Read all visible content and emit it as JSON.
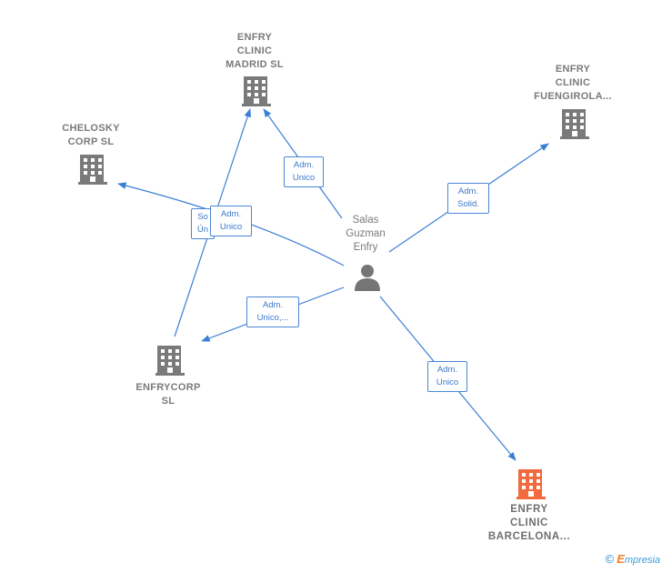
{
  "nodes": {
    "madrid": {
      "label": "ENFRY\nCLINIC\nMADRID  SL"
    },
    "fuengirola": {
      "label": "ENFRY\nCLINIC\nFUENGIROLA..."
    },
    "chelosky": {
      "label": "CHELOSKY\nCORP  SL"
    },
    "enfrycorp": {
      "label": "ENFRYCORP\nSL"
    },
    "barcelona": {
      "label": "ENFRY\nCLINIC\nBARCELONA..."
    },
    "person": {
      "label": "Salas\nGuzman\nEnfry"
    }
  },
  "edges": {
    "to_madrid": "Adm.\nUnico",
    "to_fuengirola": "Adm.\nSolid.",
    "to_chelosky": "So\nÚn",
    "enfrycorp_to_madrid": "Adm.\nUnico",
    "to_enfrycorp": "Adm.\nUnico,...",
    "to_barcelona": "Adm.\nUnico"
  },
  "colors": {
    "edge": "#3b7fd4",
    "company_icon": "#7a7a7a",
    "highlight_icon": "#f26a3d",
    "person_icon": "#757575"
  },
  "footer": {
    "copyright": "©",
    "brand_e": "E",
    "brand_rest": "mpresia"
  }
}
